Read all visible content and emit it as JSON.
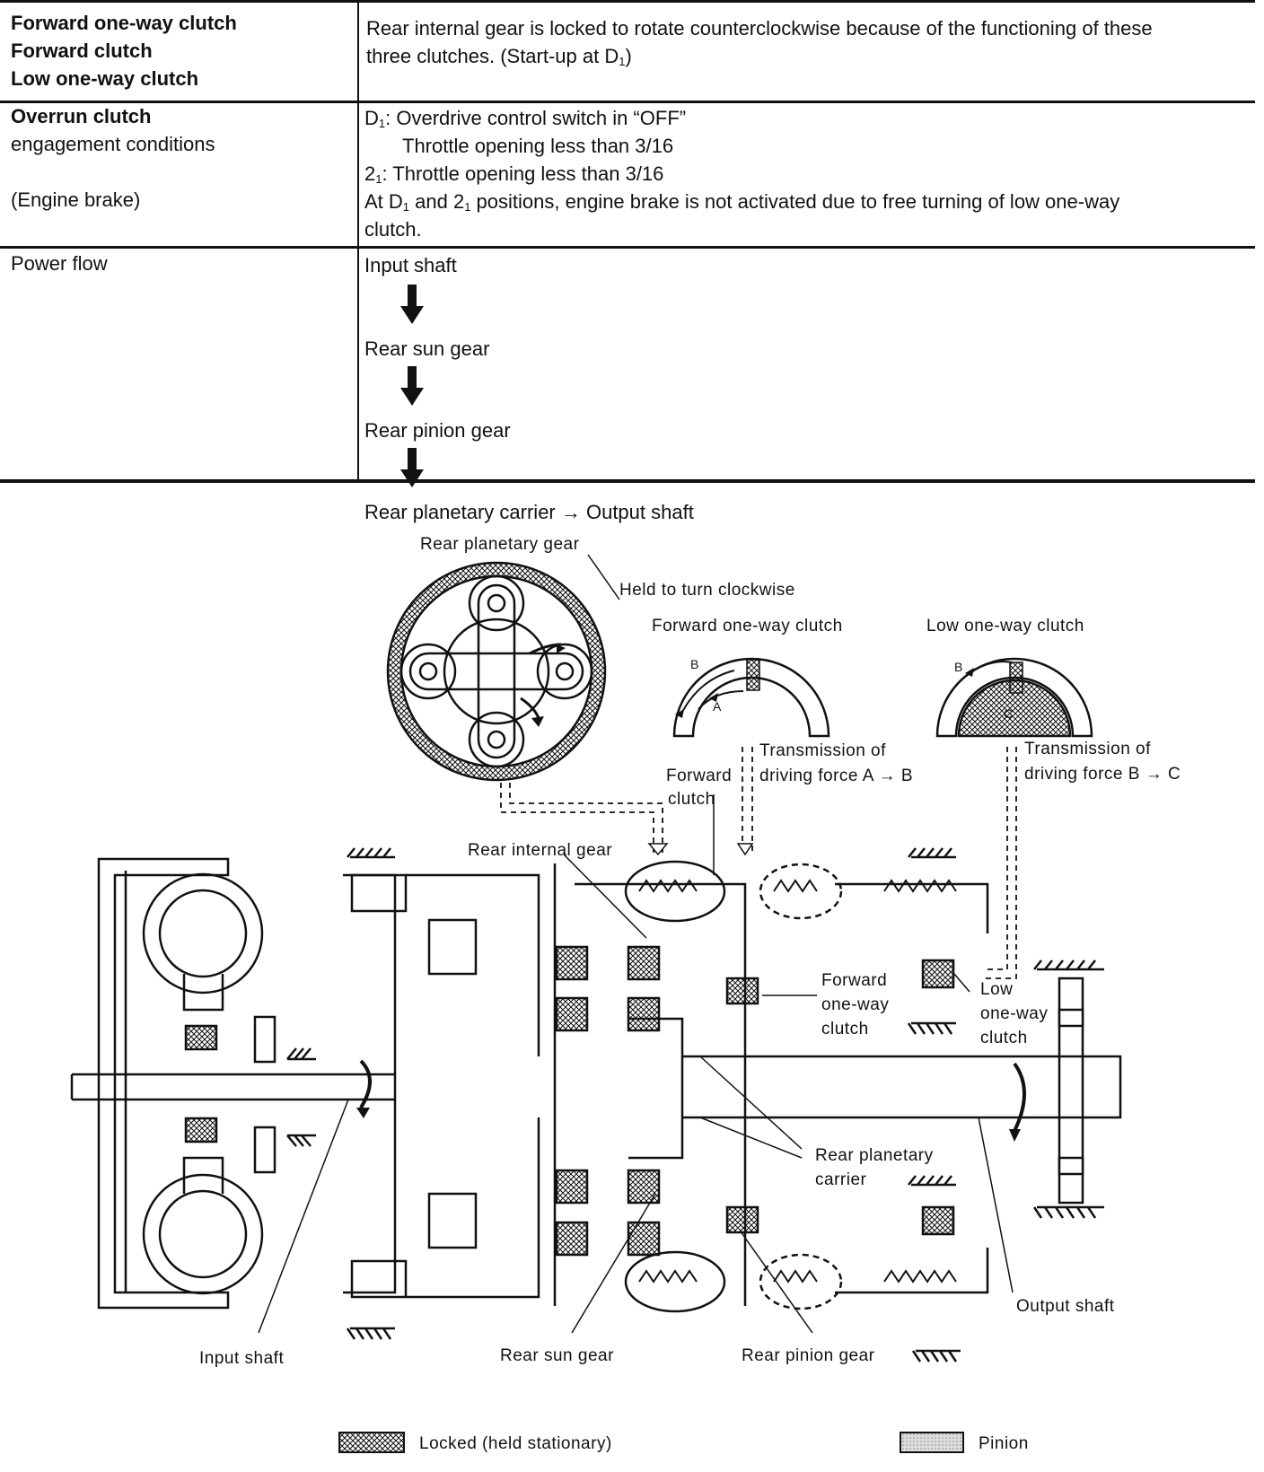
{
  "table": {
    "row1": {
      "left_lines": [
        "Forward one-way clutch",
        "Forward clutch",
        "Low one-way clutch"
      ],
      "right_line1": "Rear internal gear is locked to rotate counterclockwise because of the functioning of these",
      "right_line2_text": "three clutches. (Start-up at D",
      "right_line2_sub": "1",
      "right_line2_end": ")"
    },
    "row2": {
      "left_title": "Overrun clutch",
      "left_sub": "engagement conditions",
      "left_note": "(Engine brake)",
      "d1_prefix": "D",
      "d1_sub": "1",
      "d1_text": ": Overdrive control switch in “OFF”",
      "d1_indent": "Throttle opening less than 3/16",
      "two1_prefix": "2",
      "two1_sub": "1",
      "two1_text": ": Throttle opening less than 3/16",
      "note_a": "At D",
      "note_sub1": "1",
      "note_b": " and 2",
      "note_sub2": "1",
      "note_c": " positions, engine brake is not activated due to free turning of low one-way",
      "note_d": "clutch."
    },
    "row3": {
      "left": "Power flow",
      "steps": [
        "Input shaft",
        "Rear sun gear",
        "Rear pinion gear",
        "Rear planetary carrier → Output shaft"
      ]
    }
  },
  "diagram": {
    "rear_planetary_gear": "Rear planetary gear",
    "held_to_turn": "Held to turn clockwise",
    "fwd_owc_title": "Forward one-way clutch",
    "low_owc_title": "Low one-way clutch",
    "letter_a": "A",
    "letter_b": "B",
    "letter_c": "C",
    "trans_ab_1": "Transmission of",
    "trans_ab_2": "driving force A → B",
    "trans_bc_1": "Transmission of",
    "trans_bc_2": "driving force B → C",
    "forward_clutch_1": "Forward",
    "forward_clutch_2": "clutch",
    "rear_internal_gear": "Rear internal gear",
    "fwd_owc_side_1": "Forward",
    "fwd_owc_side_2": "one-way",
    "fwd_owc_side_3": "clutch",
    "low_owc_side_1": "Low",
    "low_owc_side_2": "one-way",
    "low_owc_side_3": "clutch",
    "rear_planetary_carrier_1": "Rear planetary",
    "rear_planetary_carrier_2": "carrier",
    "output_shaft": "Output shaft",
    "input_shaft": "Input shaft",
    "rear_sun_gear": "Rear sun gear",
    "rear_pinion_gear": "Rear pinion gear",
    "legend_locked": "Locked (held stationary)",
    "legend_pinion": "Pinion"
  }
}
